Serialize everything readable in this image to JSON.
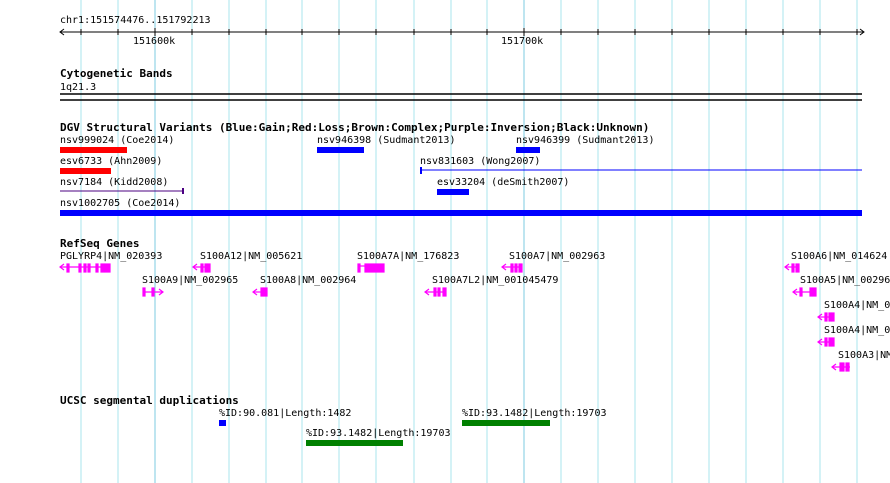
{
  "ruler": {
    "region": "chr1:151574476..151792213",
    "ticks": [
      "151600k",
      "151700k"
    ]
  },
  "cytoband": {
    "title": "Cytogenetic Bands",
    "band": "1q21.3"
  },
  "dgv": {
    "title": "DGV Structural Variants (Blue:Gain;Red:Loss;Brown:Complex;Purple:Inversion;Black:Unknown)",
    "items": [
      "nsv999024 (Coe2014)",
      "nsv946398 (Sudmant2013)",
      "nsv946399 (Sudmant2013)",
      "esv6733 (Ahn2009)",
      "nsv831603 (Wong2007)",
      "nsv7184 (Kidd2008)",
      "esv33204 (deSmith2007)",
      "nsv1002705 (Coe2014)"
    ],
    "colors": {
      "gain": "#0000ff",
      "loss": "#ff0000",
      "inversion": "#4b0082"
    }
  },
  "refseq": {
    "title": "RefSeq Genes",
    "color": "#ff00ff",
    "genes": [
      "PGLYRP4|NM_020393",
      "S100A12|NM_005621",
      "S100A7A|NM_176823",
      "S100A7|NM_002963",
      "S100A6|NM_014624",
      "S100A9|NM_002965",
      "S100A8|NM_002964",
      "S100A7L2|NM_001045479",
      "S100A5|NM_00296",
      "S100A4|NM_0",
      "S100A4|NM_0",
      "S100A3|NM_"
    ]
  },
  "segdup": {
    "title": "UCSC segmental duplications",
    "items": [
      "%ID:90.081|Length:1482",
      "%ID:93.1482|Length:19703",
      "%ID:93.1482|Length:19703"
    ],
    "colors": {
      "low": "#0000ff",
      "high": "#008000"
    }
  }
}
